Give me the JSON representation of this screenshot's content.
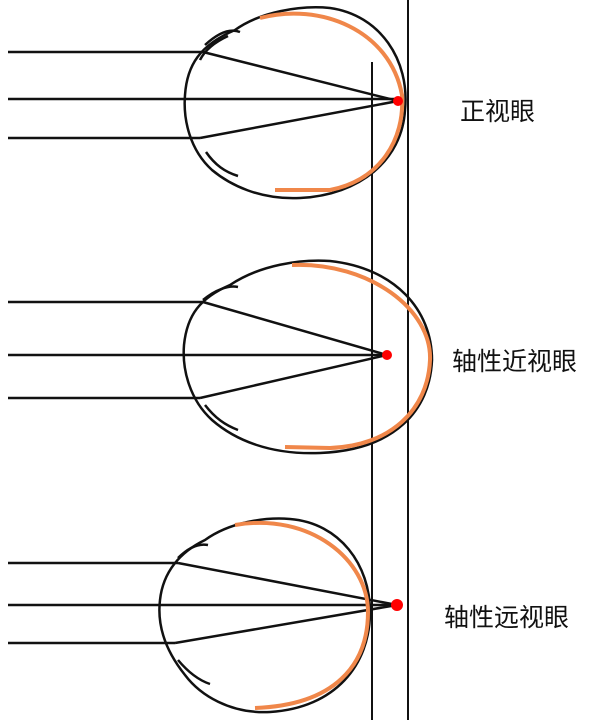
{
  "labels": {
    "emmetropia": "正视眼",
    "axial_myopia": "轴性近视眼",
    "axial_hyperopia": "轴性远视眼"
  },
  "colors": {
    "retina": "#f0874a",
    "focus": "#ff0000",
    "line": "#111111"
  }
}
